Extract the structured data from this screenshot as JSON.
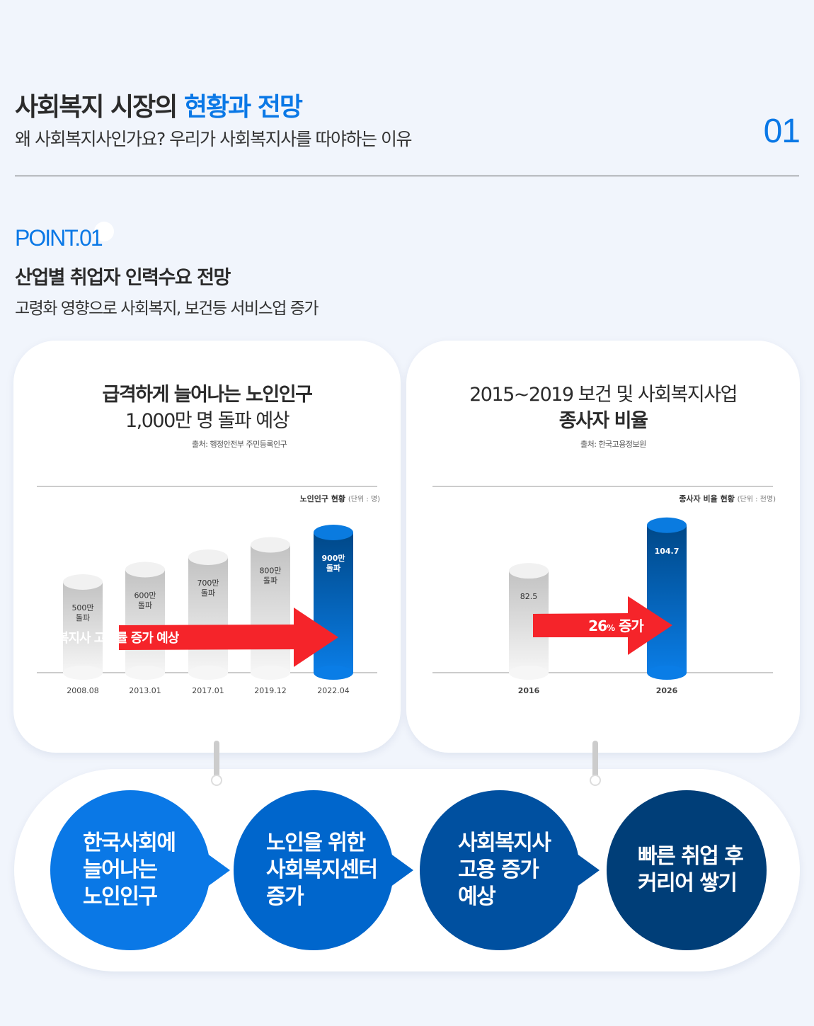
{
  "header": {
    "title_a": "사회복지 시장의 ",
    "title_b": "현황과 전망",
    "subtitle": "왜 사회복지사인가요? 우리가 사회복지사를 따야하는 이유",
    "number": "01"
  },
  "point": {
    "label": "POINT.01",
    "title": "산업별 취업자 인력수요 전망",
    "desc": "고령화 영향으로 사회복지, 보건등 서비스업 증가"
  },
  "colors": {
    "accent": "#0a78e6",
    "arrow": "#f5242a",
    "bubbles": [
      "#0a78e6",
      "#0066cc",
      "#0050a0",
      "#003e78"
    ]
  },
  "chart_data": [
    {
      "type": "bar",
      "title_line1": "급격하게 늘어나는 노인인구",
      "title_line2": "1,000만 명 돌파 예상",
      "source": "출처: 행정안전부 주민등록인구",
      "legend_bold": "노인인구 현황",
      "legend_unit": "(단위 : 명)",
      "categories": [
        "2008.08",
        "2013.01",
        "2017.01",
        "2019.12",
        "2022.04"
      ],
      "values": [
        500,
        600,
        700,
        800,
        900
      ],
      "value_unit": "만",
      "labels": [
        [
          "500만",
          "돌파"
        ],
        [
          "600만",
          "돌파"
        ],
        [
          "700만",
          "돌파"
        ],
        [
          "800만",
          "돌파"
        ],
        [
          "900만",
          "돌파"
        ]
      ],
      "highlight_index": 4,
      "arrow_text": "사회복지사 고용률 증가 예상"
    },
    {
      "type": "bar",
      "title_line1": "2015~2019 보건 및 사회복지사업",
      "title_line2": "종사자 비율",
      "source": "출처: 한국고용정보원",
      "legend_bold": "종사자 비율 현황",
      "legend_unit": "(단위 : 천명)",
      "categories": [
        "2016",
        "2026"
      ],
      "values": [
        82.5,
        104.7
      ],
      "labels": [
        [
          "82.5"
        ],
        [
          "104.7"
        ]
      ],
      "highlight_index": 1,
      "arrow_text_num": "26",
      "arrow_text_pct": "%",
      "arrow_text_rest": " 증가"
    }
  ],
  "flow": [
    {
      "text": "한국사회에\n늘어나는\n노인인구"
    },
    {
      "text": "노인을 위한\n사회복지센터\n증가"
    },
    {
      "text": "사회복지사\n고용 증가\n예상"
    },
    {
      "text": "빠른 취업 후\n커리어 쌓기"
    }
  ]
}
